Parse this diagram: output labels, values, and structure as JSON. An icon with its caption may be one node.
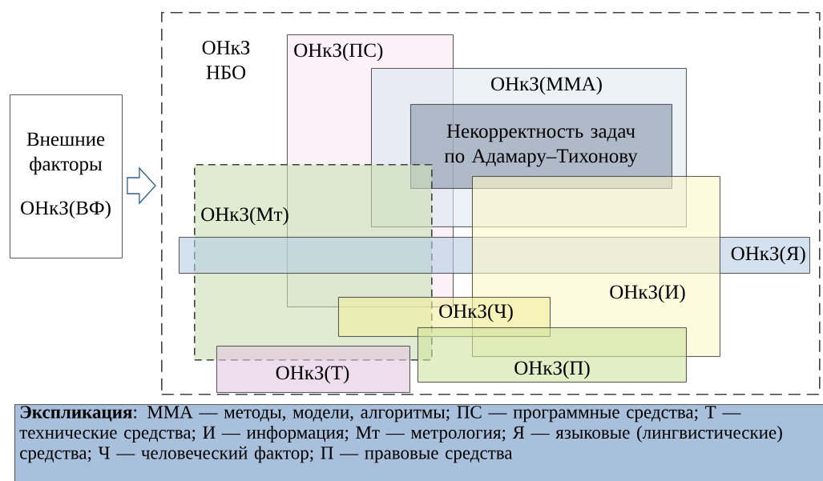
{
  "diagram": {
    "nodes": [
      {
        "text": [
          "Внешние факторы",
          "ОНкЗ(ВФ)"
        ]
      },
      {
        "text": [
          "ОНкЗ НБО"
        ]
      },
      {
        "text": [
          "ОНкЗ(ПС)"
        ],
        "in": 1
      },
      {
        "text": [
          "ОНкЗ(ММА)"
        ],
        "in": 1
      },
      {
        "text": [
          "Некорректность задач по Адамару–Тихонову"
        ],
        "in": 3
      },
      {
        "text": [
          "ОНкЗ(Мт)"
        ],
        "in": 1
      },
      {
        "text": [
          "ОНкЗ(Я)"
        ],
        "in": 1
      },
      {
        "text": [
          "ОНкЗ(И)"
        ],
        "in": 1
      },
      {
        "text": [
          "ОНкЗ(Ч)"
        ],
        "in": 1
      },
      {
        "text": [
          "ОНкЗ(Т)"
        ],
        "in": 1
      },
      {
        "text": [
          "ОНкЗ(П)"
        ],
        "in": 1
      },
      {
        "text": [
          "**Экспликация**: ММА — методы, модели, алгоритмы; ПС — программные средства; Т — технические средства; И — информация; Мт — метрология; Я — языковые (лингвистические) средства; Ч — человеческий фактор; П — правовые средства"
        ]
      }
    ],
    "edges": [
      {
        "from": 0,
        "to": 1,
        "arrow": "to"
      }
    ]
  }
}
